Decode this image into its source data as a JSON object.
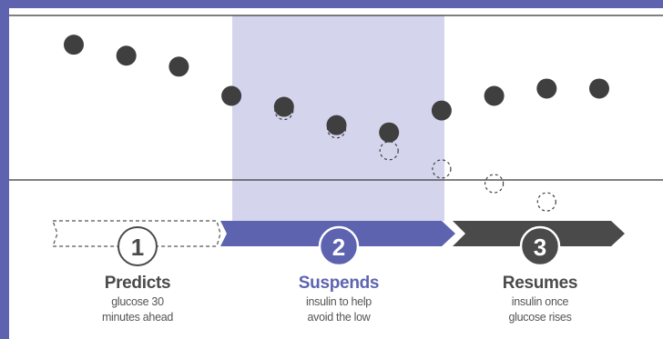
{
  "steps": [
    {
      "number": "1",
      "title": "Predicts",
      "desc_line1": "glucose 30",
      "desc_line2": "minutes ahead"
    },
    {
      "number": "2",
      "title": "Suspends",
      "desc_line1": "insulin to help",
      "desc_line2": "avoid the low"
    },
    {
      "number": "3",
      "title": "Resumes",
      "desc_line1": "insulin once",
      "desc_line2": "glucose rises"
    }
  ],
  "colors": {
    "frame": "#5e63b0",
    "highlight": "#d4d5ed",
    "accent": "#5e63b0",
    "dark": "#4a4a4a",
    "dots": "#3f3f3f"
  },
  "readings": {
    "actual": [
      9.2,
      8.9,
      8.6,
      7.8,
      7.5,
      7.0,
      6.8,
      7.4,
      7.8,
      8.0,
      8.0
    ],
    "predicted": [
      null,
      null,
      null,
      null,
      7.4,
      6.9,
      6.3,
      5.8,
      5.4,
      4.9,
      null
    ]
  }
}
